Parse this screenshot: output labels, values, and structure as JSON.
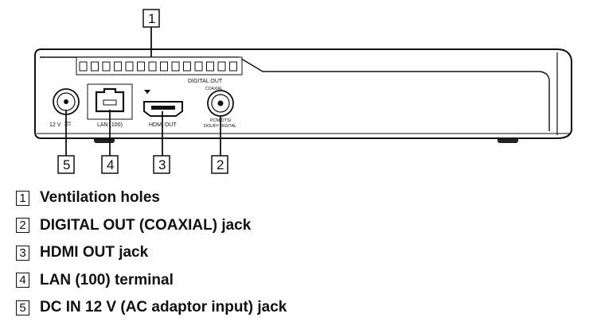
{
  "callouts": {
    "c1": "1",
    "c2": "2",
    "c3": "3",
    "c4": "4",
    "c5": "5"
  },
  "port_labels": {
    "dc_in": "12 V",
    "lan": "LAN (100)",
    "hdmi": "HDMI OUT",
    "digital_out_line1": "DIGITAL OUT",
    "digital_out_line2": "COAXIAL",
    "pcm_line1": "PCM/DTS/",
    "pcm_line2": "DOLBY DIGITAL"
  },
  "legend": [
    {
      "number": "1",
      "text": "Ventilation holes"
    },
    {
      "number": "2",
      "text": "DIGITAL OUT (COAXIAL) jack"
    },
    {
      "number": "3",
      "text": "HDMI OUT jack"
    },
    {
      "number": "4",
      "text": "LAN (100) terminal"
    },
    {
      "number": "5",
      "text": "DC IN 12 V (AC adaptor input) jack"
    }
  ]
}
